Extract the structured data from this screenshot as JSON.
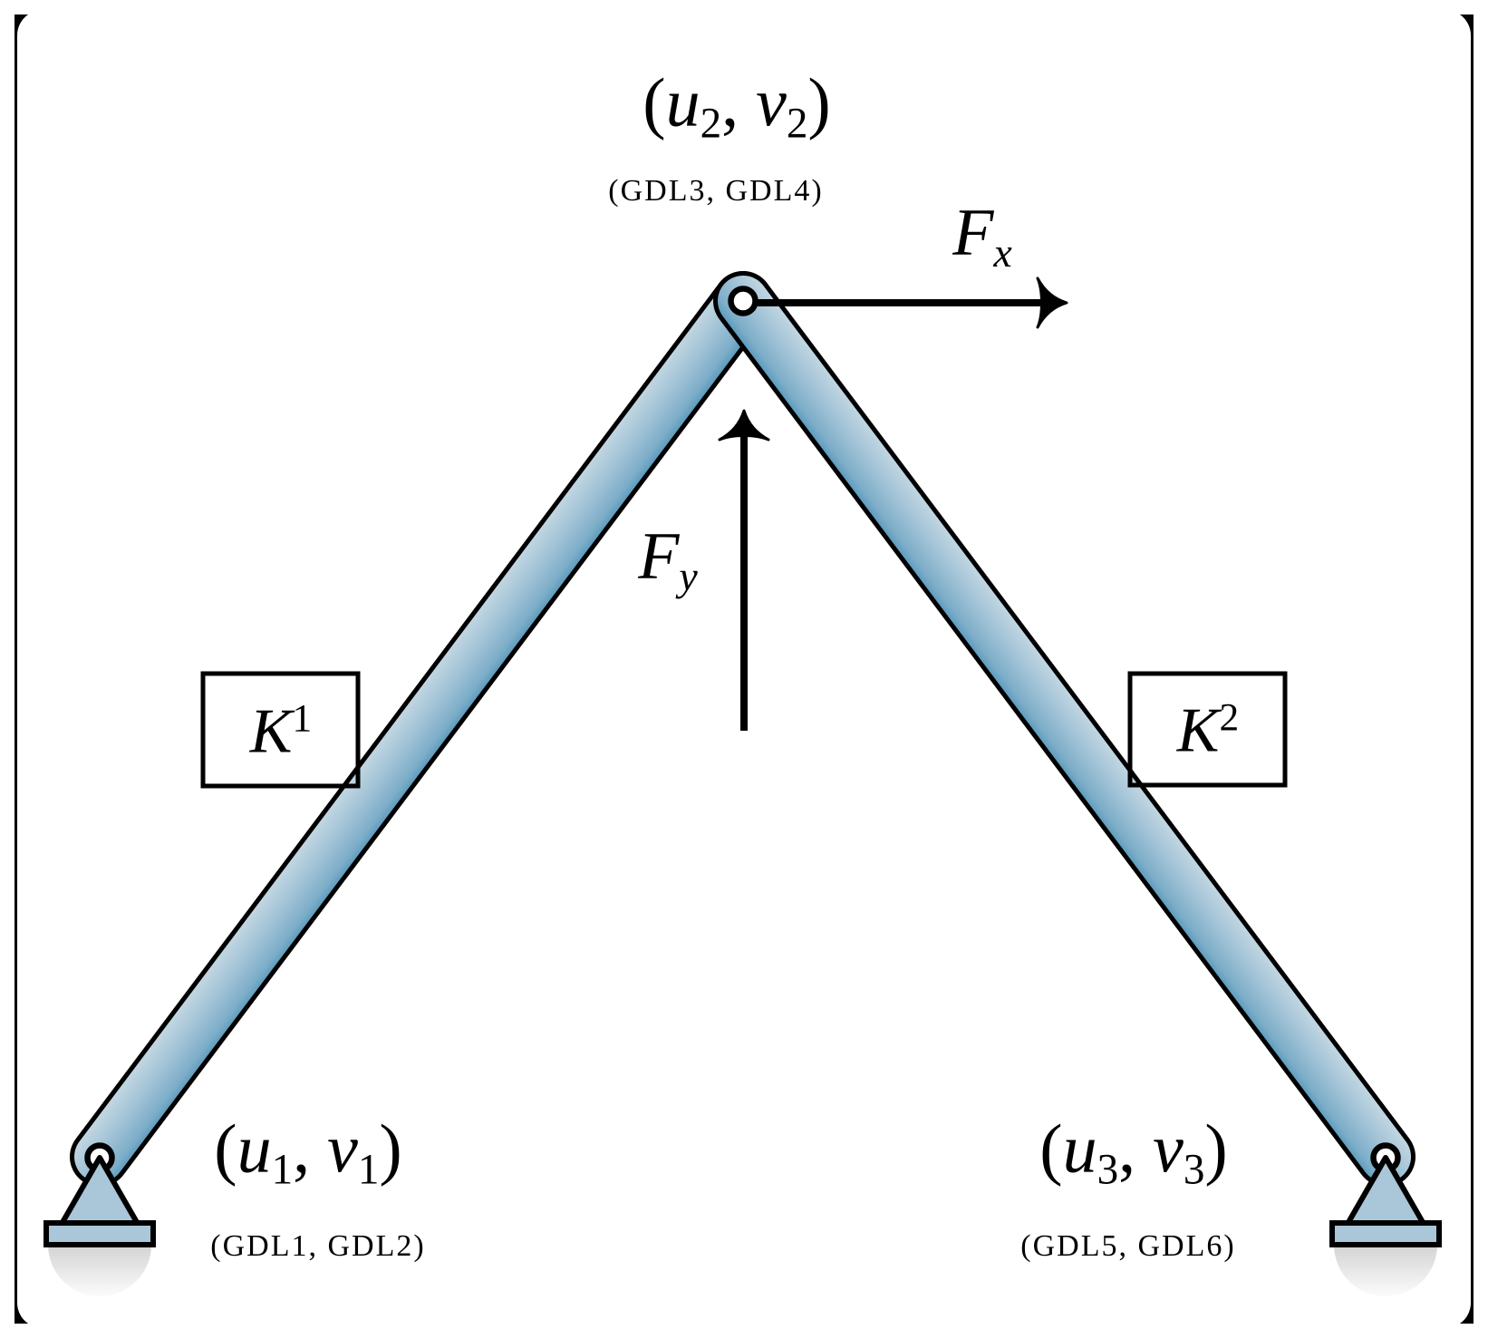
{
  "colors": {
    "background": "#ffffff",
    "outline": "#000000",
    "frame_black": "#000000",
    "frame_white": "#ffffff",
    "bar_light": "#c8dae4",
    "bar_mid": "#a0c2d6",
    "bar_deep": "#7cadc8",
    "bar_dark": "#4e94ba",
    "support_fill": "#a9c7d8",
    "shadow_dark": "#d3d3d3",
    "shadow_light": "#fdfdfd",
    "pin_fill": "#ffffff"
  },
  "nodes": {
    "node1": {
      "parts": [
        [
          "t",
          "("
        ],
        [
          "i",
          "u"
        ],
        [
          "sub",
          "1"
        ],
        [
          "t",
          ", "
        ],
        [
          "i",
          "v"
        ],
        [
          "sub",
          "1"
        ],
        [
          "t",
          ")"
        ]
      ],
      "gdl": "(GDL1, GDL2)"
    },
    "node2": {
      "parts": [
        [
          "t",
          "("
        ],
        [
          "i",
          "u"
        ],
        [
          "sub",
          "2"
        ],
        [
          "t",
          ", "
        ],
        [
          "i",
          "v"
        ],
        [
          "sub",
          "2"
        ],
        [
          "t",
          ")"
        ]
      ],
      "gdl": "(GDL3, GDL4)"
    },
    "node3": {
      "parts": [
        [
          "t",
          "("
        ],
        [
          "i",
          "u"
        ],
        [
          "sub",
          "3"
        ],
        [
          "t",
          ", "
        ],
        [
          "i",
          "v"
        ],
        [
          "sub",
          "3"
        ],
        [
          "t",
          ")"
        ]
      ],
      "gdl": "(GDL5, GDL6)"
    }
  },
  "elements": {
    "k1": {
      "parts": [
        [
          "i",
          "K"
        ],
        [
          "sup",
          "1"
        ]
      ]
    },
    "k2": {
      "parts": [
        [
          "i",
          "K"
        ],
        [
          "sup",
          "2"
        ]
      ]
    }
  },
  "forces": {
    "fx": {
      "parts": [
        [
          "i",
          "F"
        ],
        [
          "subi",
          "x"
        ]
      ]
    },
    "fy": {
      "parts": [
        [
          "i",
          "F"
        ],
        [
          "subi",
          "y"
        ]
      ]
    }
  }
}
